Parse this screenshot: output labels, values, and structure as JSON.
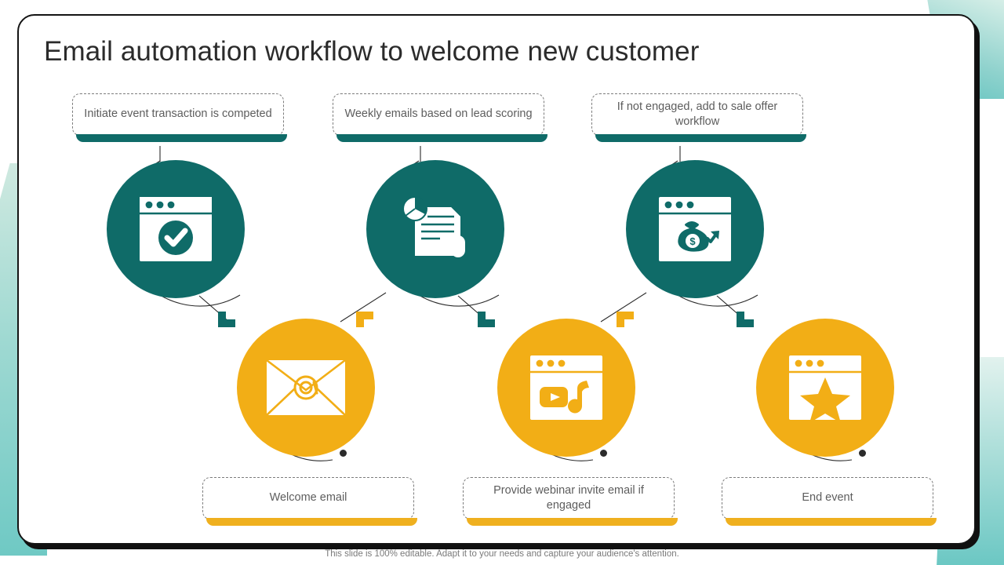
{
  "slide": {
    "title": "Email automation workflow to welcome new customer",
    "footer": "This slide is 100% editable. Adapt it to your needs and capture your audience's attention."
  },
  "colors": {
    "teal": "#0F6B68",
    "amber": "#F2AE16",
    "card_border": "#7D7D7D",
    "text": "#5D5D5D",
    "title": "#2B2B2B",
    "outline": "#141414",
    "accent_mint": "#6FC9C4"
  },
  "top_row": {
    "labels": [
      {
        "id": "initiate-event",
        "text": "Initiate event transaction is competed"
      },
      {
        "id": "weekly-emails",
        "text": "Weekly emails based on lead scoring"
      },
      {
        "id": "sale-offer",
        "text": "If not engaged, add to sale offer workflow"
      }
    ],
    "nodes": [
      {
        "id": "browser-check",
        "icon": "browser-check-icon",
        "color": "#0F6B68"
      },
      {
        "id": "report-chart",
        "icon": "document-pie-chart-icon",
        "color": "#0F6B68"
      },
      {
        "id": "money-growth",
        "icon": "browser-money-bag-icon",
        "color": "#0F6B68"
      }
    ]
  },
  "bottom_row": {
    "nodes": [
      {
        "id": "welcome-mail",
        "icon": "envelope-at-icon",
        "color": "#F2AE16"
      },
      {
        "id": "webinar-media",
        "icon": "browser-video-music-icon",
        "color": "#F2AE16"
      },
      {
        "id": "end-star",
        "icon": "browser-star-icon",
        "color": "#F2AE16"
      }
    ],
    "labels": [
      {
        "id": "welcome-email",
        "text": "Welcome email"
      },
      {
        "id": "provide-webinar",
        "text": "Provide webinar invite email if engaged"
      },
      {
        "id": "end-event",
        "text": "End event"
      }
    ]
  }
}
